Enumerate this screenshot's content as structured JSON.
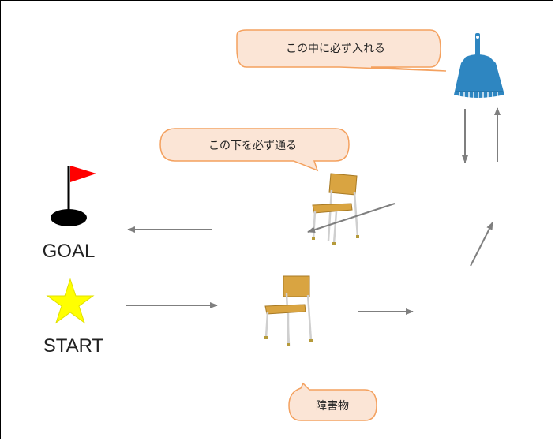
{
  "labels": {
    "goal": "GOAL",
    "start": "START"
  },
  "callouts": {
    "bucket": "この中に必ず入れる",
    "chair": "この下を必ず通る",
    "obstacle": "障害物"
  },
  "colors": {
    "callout_fill": "#fbe5d6",
    "callout_stroke": "#f4a15f",
    "arrow": "#7f7f7f",
    "flag": "#ff0000",
    "hole": "#000000",
    "star": "#ffff00",
    "dustpan": "#2e86c1",
    "chair_seat": "#d9a441",
    "chair_frame": "#cfcfcf"
  },
  "icons": {
    "goal": "goal-flag-icon",
    "start": "star-icon",
    "dustpan": "dustpan-icon",
    "chair": "school-chair-icon"
  }
}
